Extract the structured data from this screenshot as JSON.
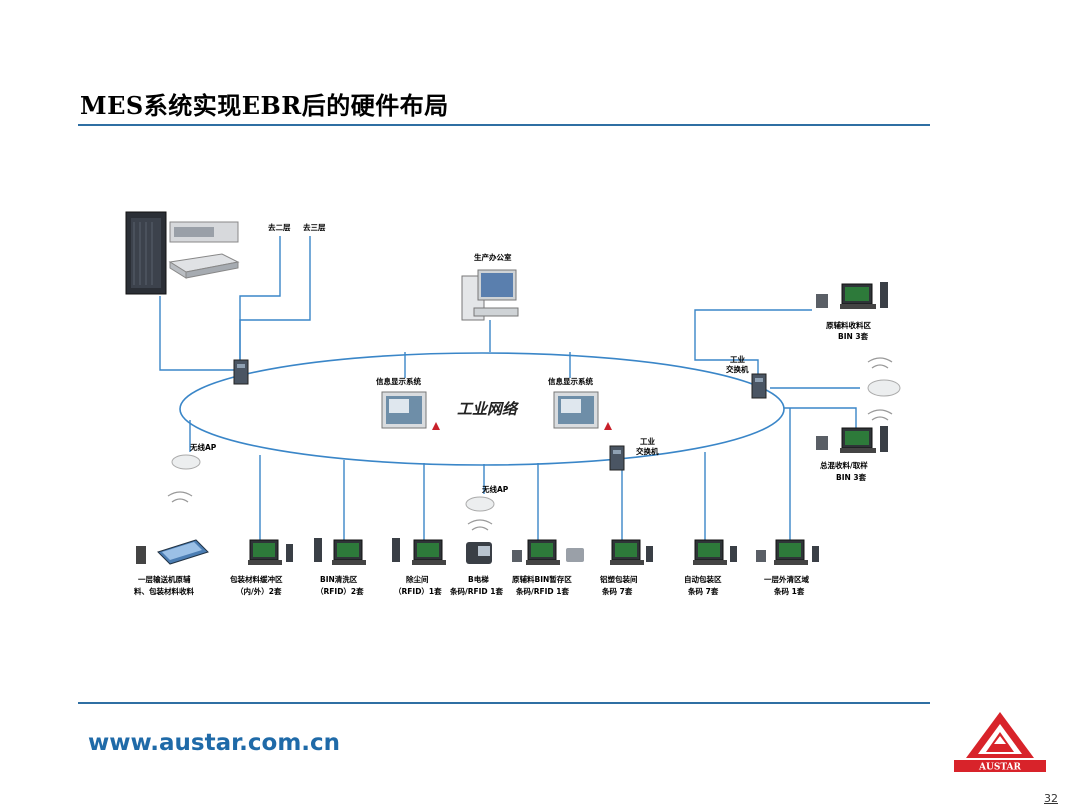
{
  "slide": {
    "title": "MES系统实现EBR后的硬件布局",
    "url": "www.austar.com.cn",
    "page_number": "32",
    "logo_text": "AUSTAR"
  },
  "diagram": {
    "network_label": "工业网络",
    "top_labels": {
      "floor2": "去二层",
      "floor3": "去三层",
      "office": "生产办公室"
    },
    "info_display_1": "信息显示系统",
    "info_display_2": "信息显示系统",
    "switch_1": [
      "工业",
      "交换机"
    ],
    "switch_2": [
      "工业",
      "交换机"
    ],
    "ap_1": "无线AP",
    "ap_2": "无线AP",
    "right_station_1": [
      "原辅料收料区",
      "BIN 3套"
    ],
    "right_station_2": [
      "总混收料/取样",
      "BIN 3套"
    ],
    "bottom_stations": [
      [
        "一层输送机原辅",
        "料、包装材料收料"
      ],
      [
        "包装材料缓冲区",
        "（内/外）2套"
      ],
      [
        "BIN清洗区",
        "（RFID）2套"
      ],
      [
        "除尘间",
        "（RFID）1套"
      ],
      [
        "B电梯",
        "条码/RFID 1套"
      ],
      [
        "原辅料BIN暂存区",
        "条码/RFID 1套"
      ],
      [
        "铝塑包装间",
        "条码 7套"
      ],
      [
        "自动包装区",
        "条码 7套"
      ],
      [
        "一层外清区域",
        "条码 1套"
      ]
    ]
  }
}
